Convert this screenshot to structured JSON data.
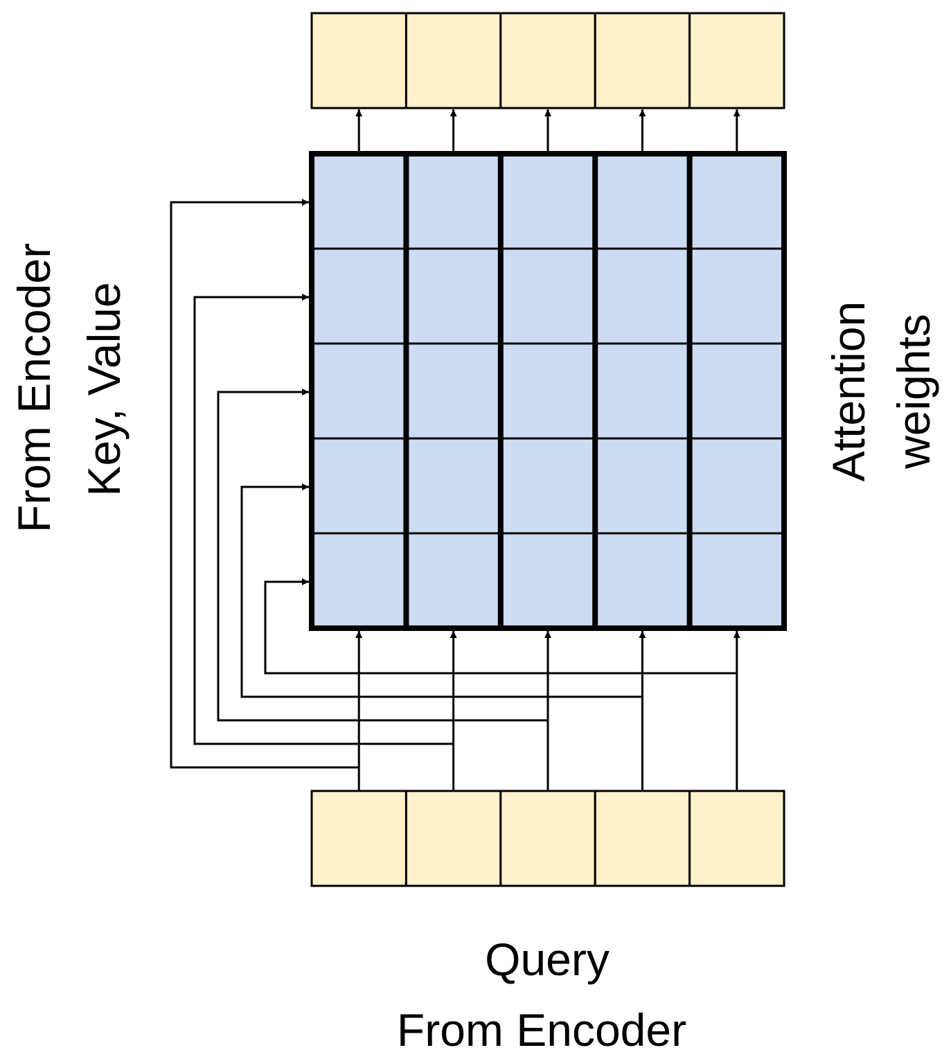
{
  "labels": {
    "left_line1": "From Encoder",
    "left_line2": "Key, Value",
    "right_line1": "Attention",
    "right_line2": "weights",
    "bottom_line1": "Query",
    "bottom_line2": "From Encoder"
  },
  "structure": {
    "output_tokens": 5,
    "query_tokens": 5,
    "matrix_rows": 5,
    "matrix_cols": 5
  },
  "colors": {
    "token_fill": "#fff2cc",
    "matrix_fill": "#cddcf3",
    "line": "#000000"
  }
}
